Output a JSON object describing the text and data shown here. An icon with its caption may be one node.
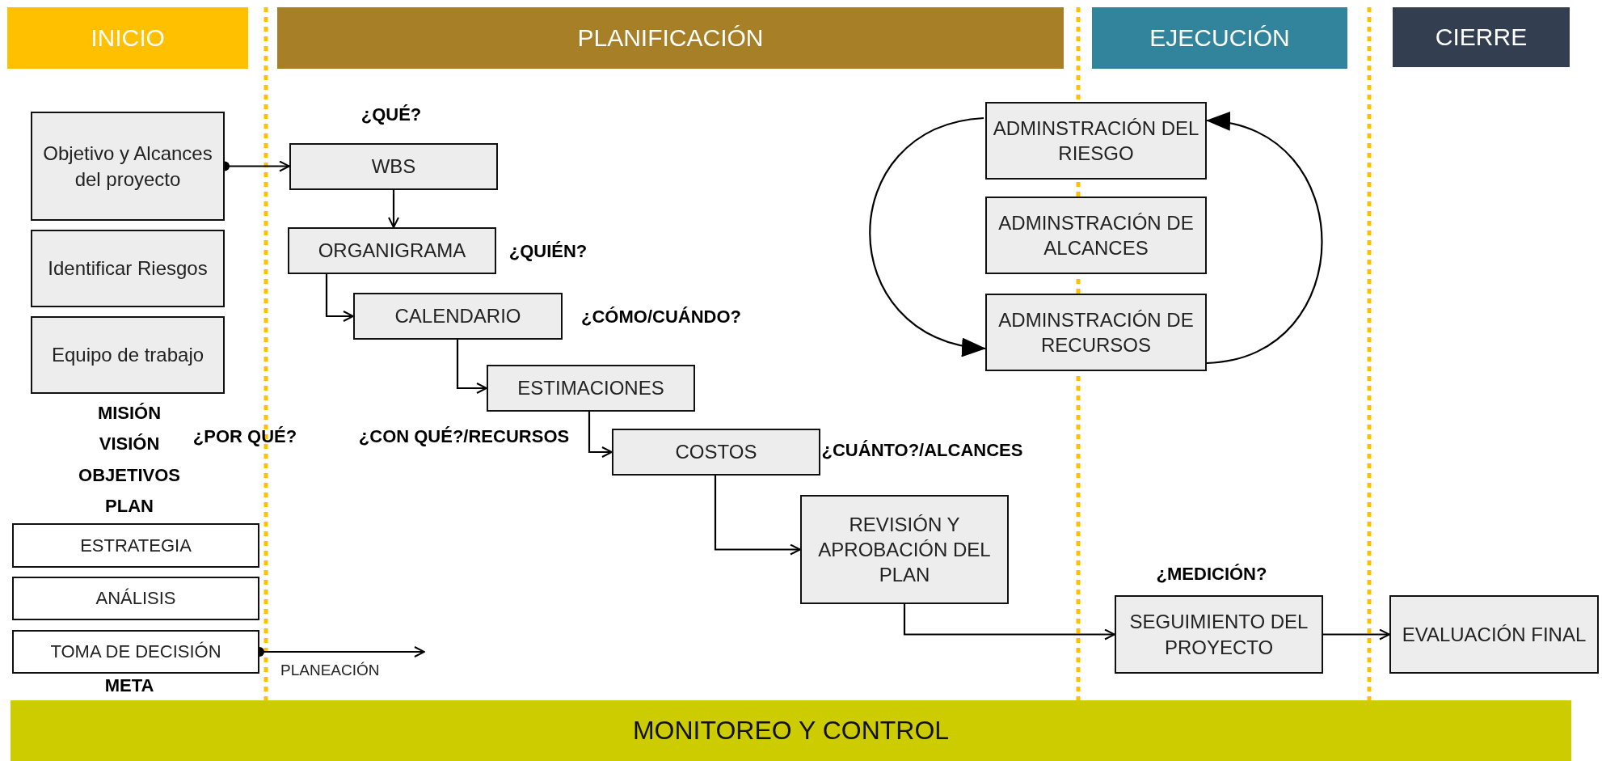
{
  "diagram": {
    "nodes": [
      {
        "text": [
          "INICIO"
        ]
      },
      {
        "text": [
          "PLANIFICACIÓN"
        ]
      },
      {
        "text": [
          "EJECUCIÓN"
        ]
      },
      {
        "text": [
          "CIERRE"
        ]
      },
      {
        "text": [
          "Objetivo y Alcances del proyecto"
        ]
      },
      {
        "text": [
          "Identificar Riesgos"
        ]
      },
      {
        "text": [
          "Equipo de trabajo"
        ]
      },
      {
        "text": [
          "WBS"
        ]
      },
      {
        "text": [
          "ORGANIGRAMA"
        ]
      },
      {
        "text": [
          "CALENDARIO"
        ]
      },
      {
        "text": [
          "ESTIMACIONES"
        ]
      },
      {
        "text": [
          "COSTOS"
        ]
      },
      {
        "text": [
          "REVISIÓN Y APROBACIÓN DEL PLAN"
        ]
      },
      {
        "text": [
          "ADMINSTRACIÓN DEL RIESGO"
        ]
      },
      {
        "text": [
          "ADMINSTRACIÓN DE ALCANCES"
        ]
      },
      {
        "text": [
          "ADMINSTRACIÓN DE RECURSOS"
        ]
      },
      {
        "text": [
          "ESTRATEGIA"
        ]
      },
      {
        "text": [
          "ANÁLISIS"
        ]
      },
      {
        "text": [
          "TOMA DE DECISIÓN"
        ]
      },
      {
        "text": [
          "SEGUIMIENTO DEL PROYECTO"
        ]
      },
      {
        "text": [
          "EVALUACIÓN FINAL"
        ]
      },
      {
        "text": [
          "MONITOREO Y CONTROL"
        ]
      }
    ],
    "edges": [
      {
        "from": 4,
        "to": 7,
        "arrow": "to"
      },
      {
        "from": 7,
        "to": 8,
        "arrow": "to"
      },
      {
        "from": 8,
        "to": 9,
        "arrow": "to"
      },
      {
        "from": 9,
        "to": 10,
        "arrow": "to"
      },
      {
        "from": 10,
        "to": 11,
        "arrow": "to"
      },
      {
        "from": 11,
        "to": 12,
        "arrow": "to"
      },
      {
        "from": 12,
        "to": 19,
        "arrow": "to"
      },
      {
        "from": 19,
        "to": 20,
        "arrow": "to"
      },
      {
        "from": 13,
        "to": 15,
        "arrow": "to"
      },
      {
        "from": 15,
        "to": 13,
        "arrow": "to"
      },
      {
        "from": 18,
        "to": null,
        "arrow": "to",
        "label": "PLANEACIÓN"
      }
    ],
    "labels": [
      "¿QUÉ?",
      "¿QUIÉN?",
      "¿CÓMO/CUÁNDO?",
      "MISIÓN",
      "VISIÓN",
      "¿POR QUÉ?",
      "¿CON QUÉ?/RECURSOS",
      "¿CUÁNTO?/ALCANCES",
      "OBJETIVOS",
      "PLAN",
      "¿MEDICIÓN?",
      "META"
    ]
  }
}
